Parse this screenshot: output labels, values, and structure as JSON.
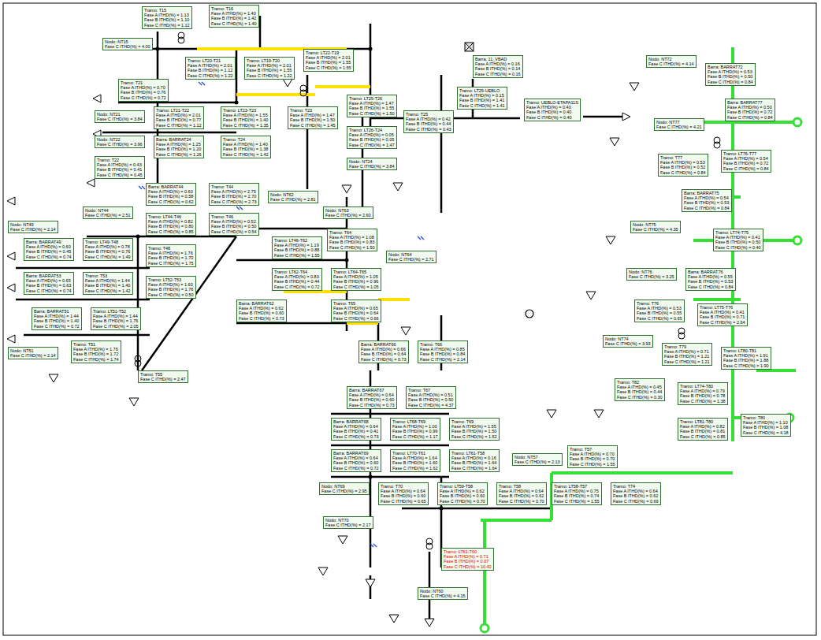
{
  "diagram": {
    "nodes": [
      {
        "text": [
          "Tramo: T16",
          "Fase A ITHD(%) = 1.40",
          "Fase B ITHD(%) = 1.42",
          "Fase C ITHD(%) = 1.40"
        ]
      },
      {
        "text": [
          "Tramo: T15",
          "Fase A ITHD(%) = 1.13",
          "Fase B ITHD(%) = 1.10",
          "Fase C ITHD(%) = 1.12"
        ]
      },
      {
        "text": [
          "Nodo: NT15",
          "Fase C ITHD(%) = 4.00"
        ]
      },
      {
        "text": [
          "Tramo: LT20-T21",
          "Fase A ITHD(%) = 2.01",
          "Fase B ITHD(%) = 1.12",
          "Fase C ITHD(%) = 1.22"
        ]
      },
      {
        "text": [
          "Tramo: LT19-T20",
          "Fase A ITHD(%) = 2.01",
          "Fase B ITHD(%) = 1.55",
          "Fase C ITHD(%) = 1.22"
        ]
      },
      {
        "text": [
          "Tramo: LT22-T19",
          "Fase A ITHD(%) = 2.01",
          "Fase B ITHD(%) = 1.55",
          "Fase C ITHD(%) = 1.55"
        ]
      },
      {
        "text": [
          "Tramo: T21",
          "Fase A ITHD(%) = 0.70",
          "Fase B ITHD(%) = 0.76",
          "Fase C ITHD(%) = 0.72"
        ]
      },
      {
        "text": [
          "Nodo: NT21",
          "Fase C ITHD(%) = 3.84"
        ]
      },
      {
        "text": [
          "Tramo: LT21-T22",
          "Fase A ITHD(%) = 2.01",
          "Fase B ITHD(%) = 0.77",
          "Fase C ITHD(%) = 1.12"
        ]
      },
      {
        "text": [
          "Tramo: LT23-T23",
          "Fase A ITHD(%) = 1.55",
          "Fase B ITHD(%) = 1.40",
          "Fase C ITHD(%) = 1.35"
        ]
      },
      {
        "text": [
          "Tramo: T23",
          "Fase A ITHD(%) = 1.47",
          "Fase B ITHD(%) = 1.50",
          "Fase C ITHD(%) = 1.45"
        ]
      },
      {
        "text": [
          "Nodo: NT22",
          "Fase C ITHD(%) = 3.96"
        ]
      },
      {
        "text": [
          "Tramo: T22",
          "Fase A ITHD(%) = 0.43",
          "Fase B ITHD(%) = 0.41",
          "Fase C ITHD(%) = 0.45"
        ]
      },
      {
        "text": [
          "Barra: BARRAT24",
          "Fase A ITHD(%) = 1.25",
          "Fase B ITHD(%) = 1.20",
          "Fase C ITHD(%) = 1.26"
        ]
      },
      {
        "text": [
          "Tramo: T24",
          "Fase A ITHD(%) = 1.40",
          "Fase B ITHD(%) = 1.38",
          "Fase C ITHD(%) = 1.42"
        ]
      },
      {
        "text": [
          "Tramo: LT25-T26",
          "Fase A ITHD(%) = 1.47",
          "Fase B ITHD(%) = 1.55",
          "Fase C ITHD(%) = 1.50"
        ]
      },
      {
        "text": [
          "Tramo: LT26-T24",
          "Fase A ITHD(%) = 0.05",
          "Fase B ITHD(%) = 0.05",
          "Fase C ITHD(%) = 1.47"
        ]
      },
      {
        "text": [
          "Nodo: NT24",
          "Fase C ITHD(%) = 3.84"
        ]
      },
      {
        "text": [
          "Tramo: T25",
          "Fase A ITHD(%) = 0.42",
          "Fase B ITHD(%) = 0.44",
          "Fase C ITHD(%) = 0.43"
        ]
      },
      {
        "text": [
          "Barra: 11_VBAD",
          "Fase A ITHD(%) = 0.16",
          "Fase B ITHD(%) = 0.14",
          "Fase C ITHD(%) = 0.16"
        ]
      },
      {
        "text": [
          "Tramo: LT25-UEBLO",
          "Fase A ITHD(%) = 0.15",
          "Fase B ITHD(%) = 1.41",
          "Fase C ITHD(%) = 1.41"
        ]
      },
      {
        "text": [
          "Tramo: UEBLO-ETAPA11S",
          "Fase A ITHD(%) = 0.40",
          "Fase B ITHD(%) = 0.40",
          "Fase C ITHD(%) = 0.40"
        ]
      },
      {
        "text": [
          "Barra: BARRAT44",
          "Fase A ITHD(%) = 0.60",
          "Fase B ITHD(%) = 0.58",
          "Fase C ITHD(%) = 0.62"
        ]
      },
      {
        "text": [
          "Tramo: T44",
          "Fase A ITHD(%) = 2.75",
          "Fase B ITHD(%) = 2.70",
          "Fase C ITHD(%) = 2.73"
        ]
      },
      {
        "text": [
          "Nodo: NT44",
          "Fase C ITHD(%) = 2.51"
        ]
      },
      {
        "text": [
          "Tramo: LT44-T46",
          "Fase A ITHD(%) = 0.82",
          "Fase B ITHD(%) = 0.80",
          "Fase C ITHD(%) = 0.85"
        ]
      },
      {
        "text": [
          "Tramo: T46",
          "Fase A ITHD(%) = 0.52",
          "Fase B ITHD(%) = 0.50",
          "Fase C ITHD(%) = 0.54"
        ]
      },
      {
        "text": [
          "Nodo: NT49",
          "Fase C ITHD(%) = 2.14"
        ]
      },
      {
        "text": [
          "Barra: BARRAT49",
          "Fase A ITHD(%) = 0.60",
          "Fase B ITHD(%) = 0.45",
          "Fase C ITHD(%) = 0.74"
        ]
      },
      {
        "text": [
          "Tramo: LT49-T48",
          "Fase A ITHD(%) = 0.78",
          "Fase B ITHD(%) = 0.76",
          "Fase C ITHD(%) = 1.49"
        ]
      },
      {
        "text": [
          "Tramo: T48",
          "Fase A ITHD(%) = 1.76",
          "Fase B ITHD(%) = 1.70",
          "Fase C ITHD(%) = 1.75"
        ]
      },
      {
        "text": [
          "Barra: BARRAT53",
          "Fase A ITHD(%) = 0.65",
          "Fase B ITHD(%) = 0.63",
          "Fase C ITHD(%) = 0.74"
        ]
      },
      {
        "text": [
          "Tramo: T53",
          "Fase A ITHD(%) = 1.44",
          "Fase B ITHD(%) = 1.40",
          "Fase C ITHD(%) = 1.42"
        ]
      },
      {
        "text": [
          "Tramo: LT52-T53",
          "Fase A ITHD(%) = 1.60",
          "Fase B ITHD(%) = 1.76",
          "Fase C ITHD(%) = 0.50"
        ]
      },
      {
        "text": [
          "Barra: BARRAT51",
          "Fase A ITHD(%) = 1.44",
          "Fase B ITHD(%) = 1.40",
          "Fase C ITHD(%) = 0.72"
        ]
      },
      {
        "text": [
          "Tramo: LT51-T52",
          "Fase A ITHD(%) = 1.44",
          "Fase B ITHD(%) = 1.76",
          "Fase C ITHD(%) = 2.05"
        ]
      },
      {
        "text": [
          "Nodo: NT51",
          "Fase C ITHD(%) = 2.14"
        ]
      },
      {
        "text": [
          "Tramo: T51",
          "Fase A ITHD(%) = 1.76",
          "Fase B ITHD(%) = 1.72",
          "Fase C ITHD(%) = 1.74"
        ]
      },
      {
        "text": [
          "Tramo: T55",
          "Fase C ITHD(%) = 2.47"
        ]
      },
      {
        "text": [
          "Nodo: NT62",
          "Fase C ITHD(%) = 2.81"
        ]
      },
      {
        "text": [
          "Tramo: LT46-T62",
          "Fase A ITHD(%) = 1.19",
          "Fase B ITHD(%) = 0.88",
          "Fase C ITHD(%) = 1.55"
        ]
      },
      {
        "text": [
          "Nodo: NT63",
          "Fase C ITHD(%) = 2.60"
        ]
      },
      {
        "text": [
          "Nodo: NT64",
          "Fase C ITHD(%) = 2.71"
        ]
      },
      {
        "text": [
          "Tramo: T64",
          "Fase A ITHD(%) = 1.08",
          "Fase B ITHD(%) = 0.83",
          "Fase C ITHD(%) = 1.50"
        ]
      },
      {
        "text": [
          "Tramo: LT62-T64",
          "Fase A ITHD(%) = 0.83",
          "Fase B ITHD(%) = 0.44",
          "Fase C ITHD(%) = 0.72"
        ]
      },
      {
        "text": [
          "Tramo: LT64-T65",
          "Fase A ITHD(%) = 1.05",
          "Fase B ITHD(%) = 0.96",
          "Fase C ITHD(%) = 1.05"
        ]
      },
      {
        "text": [
          "Barra: BARRAT62",
          "Fase A ITHD(%) = 0.62",
          "Fase B ITHD(%) = 0.60",
          "Fase C ITHD(%) = 0.73"
        ]
      },
      {
        "text": [
          "Tramo: T65",
          "Fase A ITHD(%) = 0.65",
          "Fase B ITHD(%) = 0.64",
          "Fase C ITHD(%) = 0.66"
        ]
      },
      {
        "text": [
          "Barra: BARRAT66",
          "Fase A ITHD(%) = 0.66",
          "Fase B ITHD(%) = 0.64",
          "Fase C ITHD(%) = 0.73"
        ]
      },
      {
        "text": [
          "Tramo: T66",
          "Fase A ITHD(%) = 0.85",
          "Fase B ITHD(%) = 0.84",
          "Fase C ITHD(%) = 2.14"
        ]
      },
      {
        "text": [
          "Barra: BARRAT67",
          "Fase A ITHD(%) = 0.64",
          "Fase B ITHD(%) = 0.60",
          "Fase C ITHD(%) = 0.73"
        ]
      },
      {
        "text": [
          "Tramo: T67",
          "Fase A ITHD(%) = 0.51",
          "Fase B ITHD(%) = 0.50",
          "Fase C ITHD(%) = 4.37"
        ]
      },
      {
        "text": [
          "Barra: BARRAT68",
          "Fase A ITHD(%) = 0.64",
          "Fase B ITHD(%) = 0.41",
          "Fase C ITHD(%) = 0.73"
        ]
      },
      {
        "text": [
          "Tramo: LT68-T69",
          "Fase A ITHD(%) = 1.00",
          "Fase B ITHD(%) = 0.99",
          "Fase C ITHD(%) = 1.17"
        ]
      },
      {
        "text": [
          "Tramo: T69",
          "Fase A ITHD(%) = 1.55",
          "Fase B ITHD(%) = 1.50",
          "Fase C ITHD(%) = 1.52"
        ]
      },
      {
        "text": [
          "Barra: BARRAT69",
          "Fase A ITHD(%) = 0.64",
          "Fase B ITHD(%) = 0.60",
          "Fase C ITHD(%) = 0.72"
        ]
      },
      {
        "text": [
          "Tramo: LT70-T61",
          "Fase A ITHD(%) = 1.64",
          "Fase B ITHD(%) = 1.60",
          "Fase C ITHD(%) = 1.62"
        ]
      },
      {
        "text": [
          "Tramo: LT61-T58",
          "Fase A ITHD(%) = 0.16",
          "Fase B ITHD(%) = 1.64",
          "Fase C ITHD(%) = 1.64"
        ]
      },
      {
        "text": [
          "Nodo: NT69",
          "Fase C ITHD(%) = 2.95"
        ]
      },
      {
        "text": [
          "Tramo: T70",
          "Fase A ITHD(%) = 0.64",
          "Fase B ITHD(%) = 0.60",
          "Fase C ITHD(%) = 0.65"
        ]
      },
      {
        "text": [
          "Tramo: LT59-T58",
          "Fase A ITHD(%) = 0.62",
          "Fase B ITHD(%) = 0.60",
          "Fase C ITHD(%) = 0.70"
        ]
      },
      {
        "text": [
          "Tramo: T58",
          "Fase A ITHD(%) = 0.64",
          "Fase B ITHD(%) = 0.62",
          "Fase C ITHD(%) = 0.70"
        ]
      },
      {
        "text": [
          "Nodo: NT70",
          "Fase C ITHD(%) = 2.17"
        ]
      },
      {
        "text": [
          "Tramo: LT61-T60",
          "Fase A ITHD(%) = 0.71",
          "Fase B ITHD(%) = 0.07",
          "Fase C ITHD(%) = 10.40"
        ]
      },
      {
        "text": [
          "Nodo: NT60",
          "Fase C ITHD(%) = 4.15"
        ]
      },
      {
        "text": [
          "Nodo: NT57",
          "Fase C ITHD(%) = 2.13"
        ]
      },
      {
        "text": [
          "Tramo: LT58-T57",
          "Fase A ITHD(%) = 0.75",
          "Fase B ITHD(%) = 0.74",
          "Fase C ITHD(%) = 1.55"
        ]
      },
      {
        "text": [
          "Tramo: T57",
          "Fase A ITHD(%) = 0.70",
          "Fase B ITHD(%) = 0.70",
          "Fase C ITHD(%) = 1.55"
        ]
      },
      {
        "text": [
          "Tramo: T74",
          "Fase A ITHD(%) = 0.64",
          "Fase B ITHD(%) = 0.62",
          "Fase C ITHD(%) = 0.69"
        ]
      },
      {
        "text": [
          "Nodo: NT72",
          "Fase C ITHD(%) = 4.14"
        ]
      },
      {
        "text": [
          "Barra: BARRAT72",
          "Fase A ITHD(%) = 0.53",
          "Fase B ITHD(%) = 0.50",
          "Fase C ITHD(%) = 0.84"
        ]
      },
      {
        "text": [
          "Barra: BARRAT77",
          "Fase A ITHD(%) = 0.50",
          "Fase B ITHD(%) = 0.72",
          "Fase C ITHD(%) = 0.84"
        ]
      },
      {
        "text": [
          "Nodo: NT77",
          "Fase C ITHD(%) = 4.21"
        ]
      },
      {
        "text": [
          "Tramo: T77",
          "Fase A ITHD(%) = 0.53",
          "Fase B ITHD(%) = 0.52",
          "Fase C ITHD(%) = 0.84"
        ]
      },
      {
        "text": [
          "Tramo: LT76-T77",
          "Fase A ITHD(%) = 0.54",
          "Fase B ITHD(%) = 0.72",
          "Fase C ITHD(%) = 0.84"
        ]
      },
      {
        "text": [
          "Barra: BARRAT75",
          "Fase A ITHD(%) = 0.54",
          "Fase B ITHD(%) = 0.53",
          "Fase C ITHD(%) = 0.84"
        ]
      },
      {
        "text": [
          "Nodo: NT75",
          "Fase C ITHD(%) = 4.35"
        ]
      },
      {
        "text": [
          "Tramo: LT74-T75",
          "Fase A ITHD(%) = 0.41",
          "Fase B ITHD(%) = 0.50",
          "Fase C ITHD(%) = 0.40"
        ]
      },
      {
        "text": [
          "Nodo: NT76",
          "Fase C ITHD(%) = 3.25"
        ]
      },
      {
        "text": [
          "Barra: BARRAT76",
          "Fase A ITHD(%) = 0.55",
          "Fase B ITHD(%) = 0.53",
          "Fase C ITHD(%) = 0.84"
        ]
      },
      {
        "text": [
          "Tramo: T76",
          "Fase A ITHD(%) = 0.53",
          "Fase B ITHD(%) = 0.55",
          "Fase C ITHD(%) = 0.65"
        ]
      },
      {
        "text": [
          "Tramo: LT75-T76",
          "Fase A ITHD(%) = 0.41",
          "Fase B ITHD(%) = 0.71",
          "Fase C ITHD(%) = 2.64"
        ]
      },
      {
        "text": [
          "Nodo: NT74",
          "Fase C ITHD(%) = 3.93"
        ]
      },
      {
        "text": [
          "Tramo: T79",
          "Fase A ITHD(%) = 0.71",
          "Fase B ITHD(%) = 1.21",
          "Fase C ITHD(%) = 1.21"
        ]
      },
      {
        "text": [
          "Tramo: LT80-T81",
          "Fase A ITHD(%) = 1.91",
          "Fase B ITHD(%) = 1.88",
          "Fase C ITHD(%) = 1.90"
        ]
      },
      {
        "text": [
          "Tramo: T82",
          "Fase A ITHD(%) = 0.45",
          "Fase B ITHD(%) = 0.44",
          "Fase C ITHD(%) = 0.30"
        ]
      },
      {
        "text": [
          "Tramo: LT74-T80",
          "Fase A ITHD(%) = 0.79",
          "Fase B ITHD(%) = 0.78",
          "Fase C ITHD(%) = 1.38"
        ]
      },
      {
        "text": [
          "Tramo: T80",
          "Fase A ITHD(%) = 1.10",
          "Fase B ITHD(%) = 1.08",
          "Fase C ITHD(%) = 4.18"
        ]
      },
      {
        "text": [
          "Tramo: LT81-T80",
          "Fase A ITHD(%) = 0.82",
          "Fase B ITHD(%) = 0.81",
          "Fase C ITHD(%) = 0.85"
        ]
      }
    ]
  }
}
